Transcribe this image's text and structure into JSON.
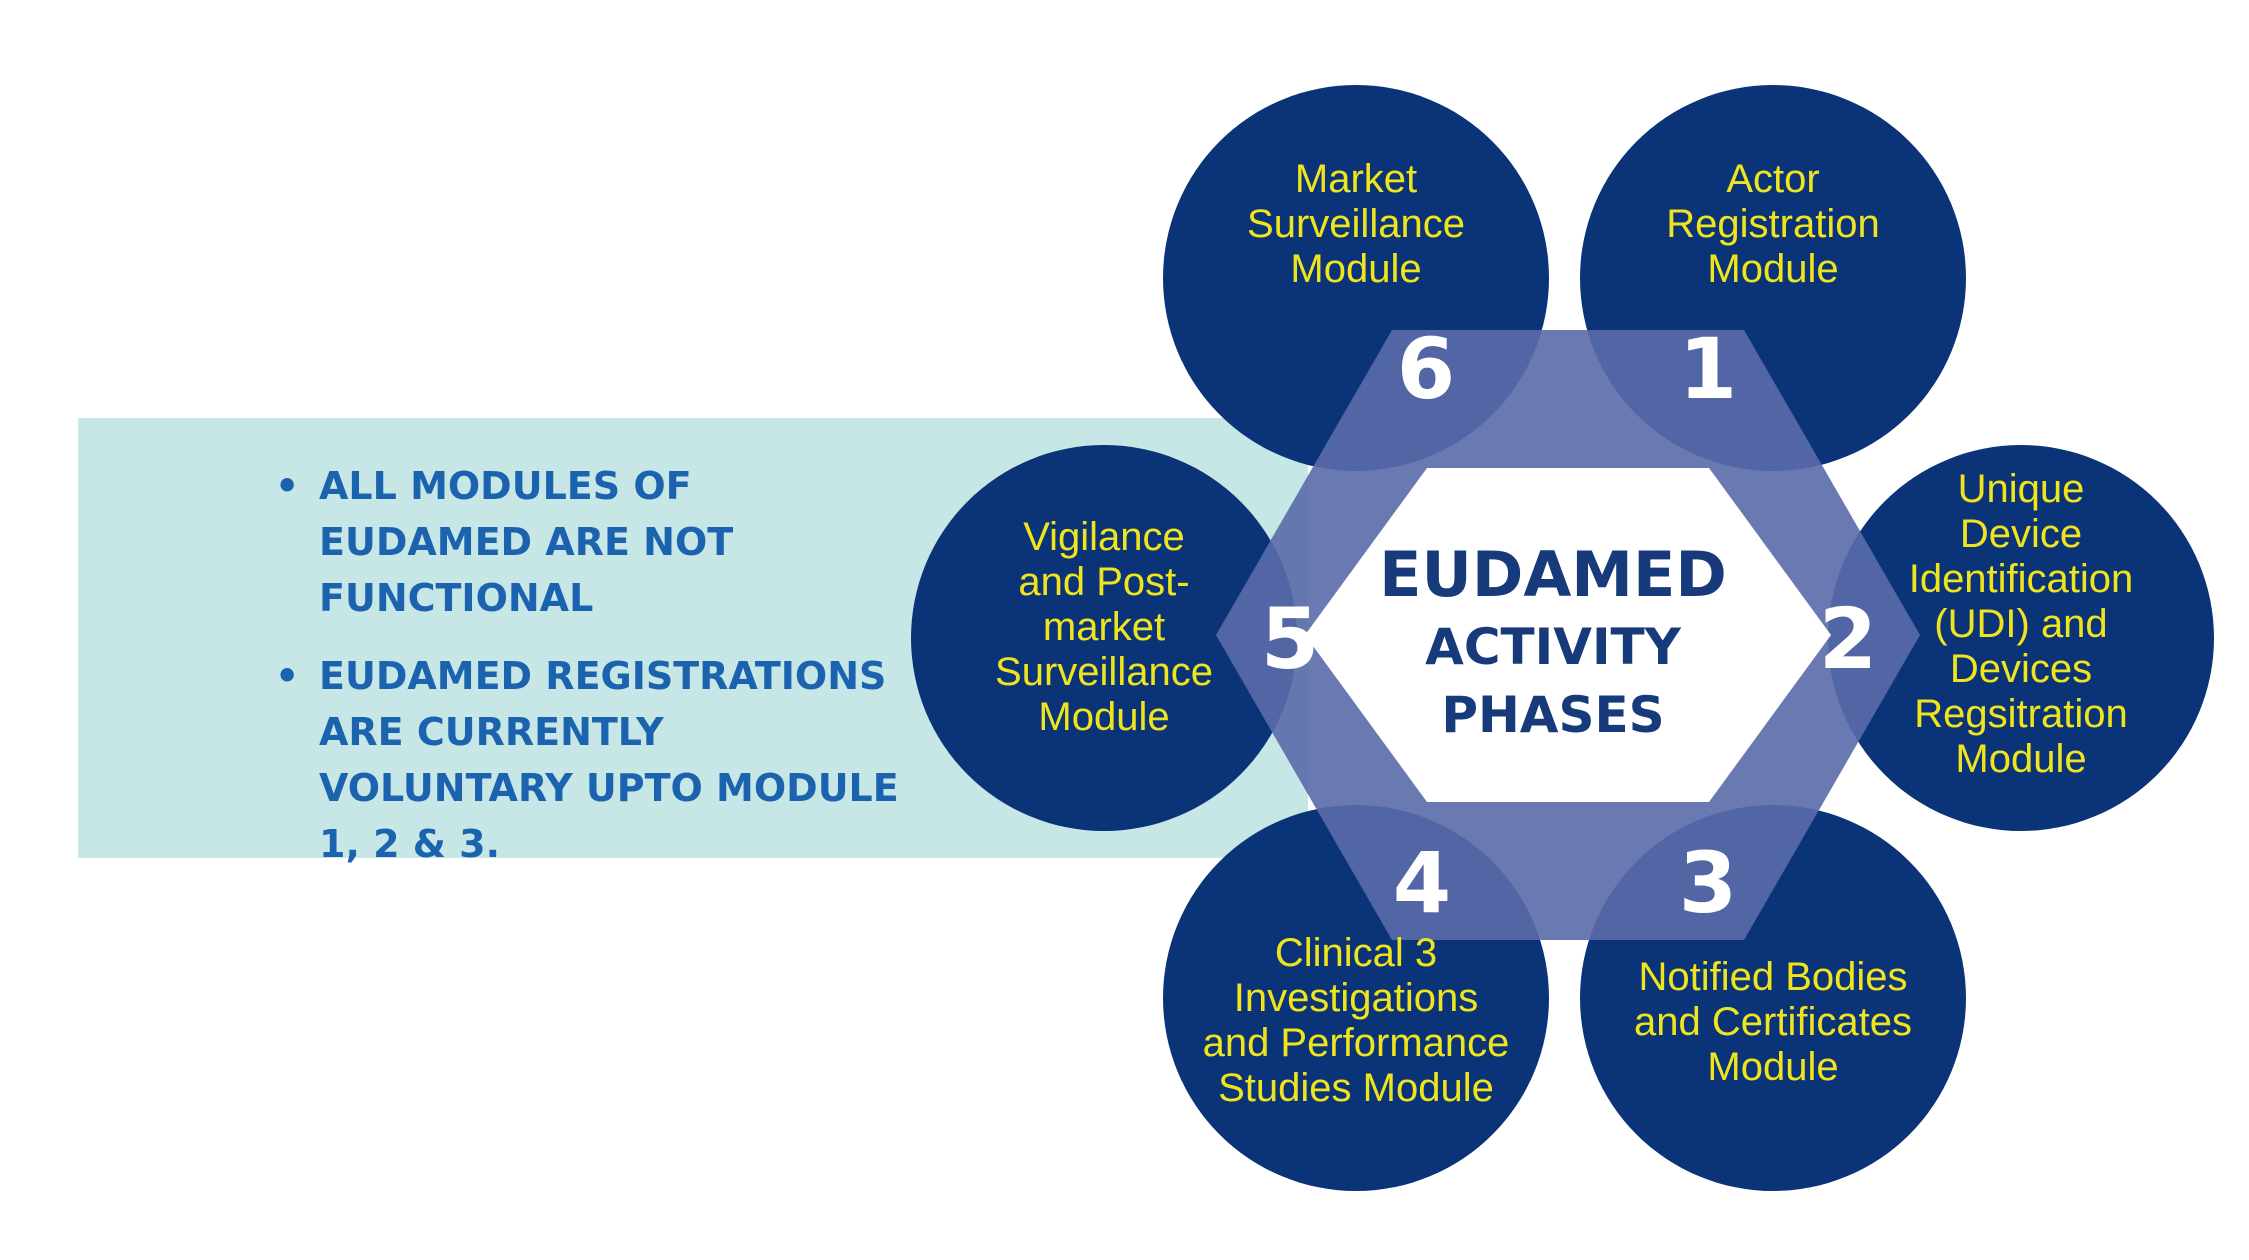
{
  "center": {
    "line1": "EUDAMED",
    "line2": "ACTIVITY",
    "line3": "PHASES"
  },
  "notes": [
    "ALL MODULES OF EUDAMED ARE NOT FUNCTIONAL",
    "EUDAMED REGISTRATIONS ARE CURRENTLY VOLUNTARY UPTO MODULE 1, 2 & 3."
  ],
  "modules": [
    {
      "number": "1",
      "label_lines": [
        "Actor",
        "Registration",
        "Module"
      ]
    },
    {
      "number": "2",
      "label_lines": [
        "Unique",
        "Device",
        "Identification",
        "(UDI) and",
        "Devices",
        "Regsitration",
        "Module"
      ]
    },
    {
      "number": "3",
      "label_lines": [
        "Notified Bodies",
        "and Certificates",
        "Module"
      ]
    },
    {
      "number": "4",
      "label_lines": [
        "Clinical 3",
        "Investigations",
        "and Performance",
        "Studies Module"
      ]
    },
    {
      "number": "5",
      "label_lines": [
        "Vigilance",
        "and Post-",
        "market",
        "Surveillance",
        "Module"
      ]
    },
    {
      "number": "6",
      "label_lines": [
        "Market",
        "Surveillance",
        "Module"
      ]
    }
  ],
  "colors": {
    "circle": "#0b3478",
    "hexagon": "#5a6aa8",
    "label": "#f0e51c",
    "band": "#c7e7e6",
    "title": "#163a7a",
    "notes": "#1b63ae"
  }
}
